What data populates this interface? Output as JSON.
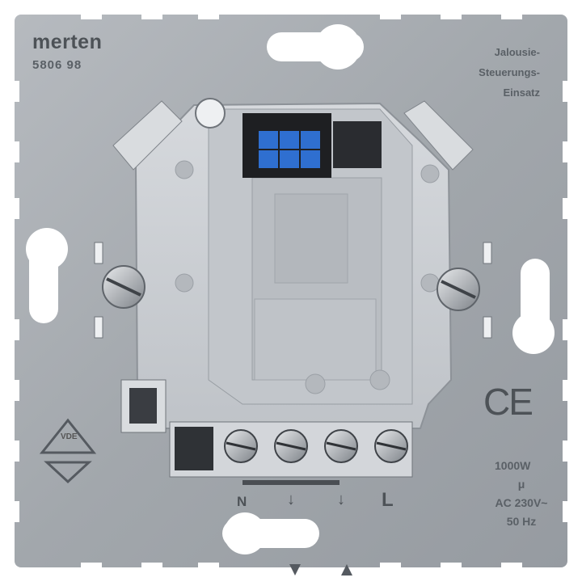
{
  "product": {
    "brand": "merten",
    "part_number": "5806 98",
    "description": [
      "Jalousie-",
      "Steuerungs-",
      "Einsatz"
    ]
  },
  "markings": {
    "ce": "CE",
    "vde": "VDE",
    "specs": [
      "1000W",
      "μ",
      "AC 230V~",
      "50 Hz"
    ]
  },
  "terminals": {
    "n": "N",
    "down_arrow_1": "↓",
    "down_arrow_2": "↓",
    "l": "L"
  },
  "colors": {
    "plate": "#a3a8ad",
    "housing": "#c9cdd2",
    "connector": "#1e1f22",
    "connector_pins": "#2f6fd0"
  }
}
